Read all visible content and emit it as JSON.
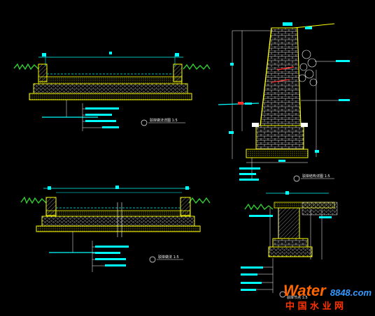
{
  "drawing": {
    "background": "#000000",
    "colors": {
      "dimension": "#00ffff",
      "structure": "#ffff00",
      "ground": "#33cc33",
      "water": "#00ffff",
      "leader": "#ffffff",
      "accent_red": "#ff3030"
    },
    "details": [
      {
        "id": "detail-1",
        "title": "驳岸做法详图 1:5"
      },
      {
        "id": "detail-2",
        "title": "驳岸做法 1:5"
      },
      {
        "id": "detail-3",
        "title": "驳岸结构详图 1:5"
      },
      {
        "id": "detail-4",
        "title": "驳岸节点 1:5"
      }
    ]
  },
  "watermark": {
    "brand_prefix": "Water",
    "brand_suffix": "8848.com",
    "chinese": "中 国 水 业 网",
    "colors": {
      "prefix": "#ff6600",
      "suffix": "#3399ff",
      "chinese": "#ff3300"
    }
  }
}
